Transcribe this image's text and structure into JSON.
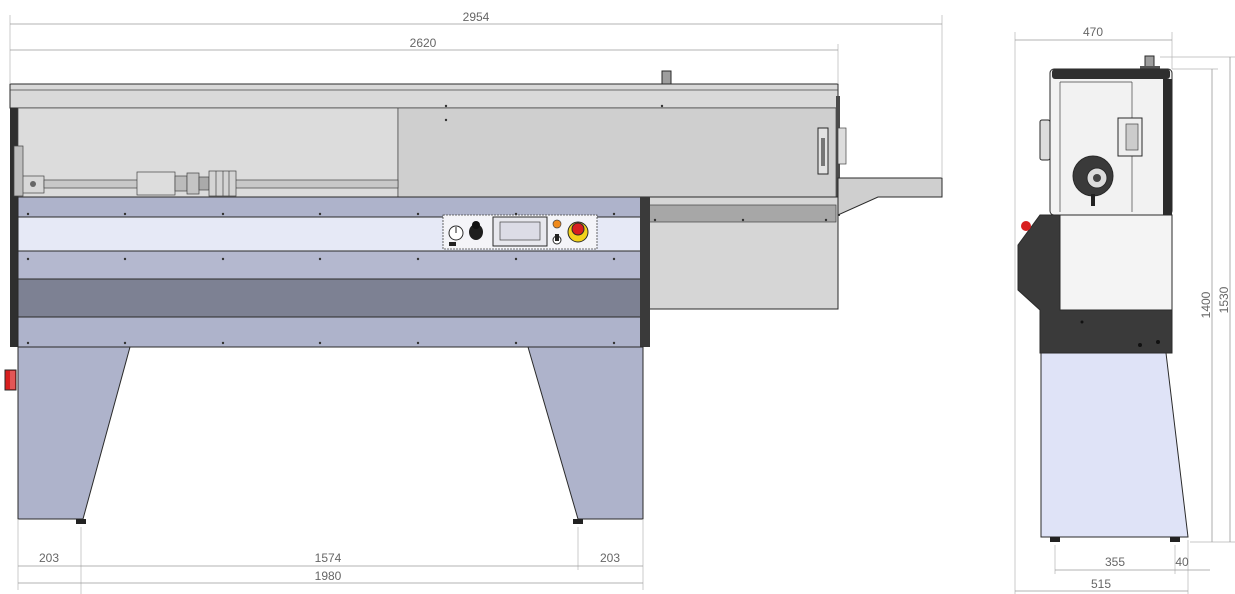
{
  "dimensions": {
    "front_view": {
      "overall_length": "2954",
      "body_length": "2620",
      "left_offset": "203",
      "leg_spacing": "1574",
      "right_offset": "203",
      "base_length": "1980"
    },
    "side_view": {
      "top_width": "470",
      "height_inner": "1400",
      "height_total": "1530",
      "foot_spacing": "355",
      "foot_offset": "40",
      "base_width": "515"
    }
  },
  "colors": {
    "panel_light": "#e6e9f6",
    "panel_blue": "#aeb3cb",
    "panel_dark": "#7d8193",
    "housing_grey": "#cfcfcf",
    "side_dark": "#3a3a3a",
    "emergency_red": "#d81e1e",
    "emergency_yellow": "#f2d21b",
    "indicator_orange": "#f08a1c"
  }
}
